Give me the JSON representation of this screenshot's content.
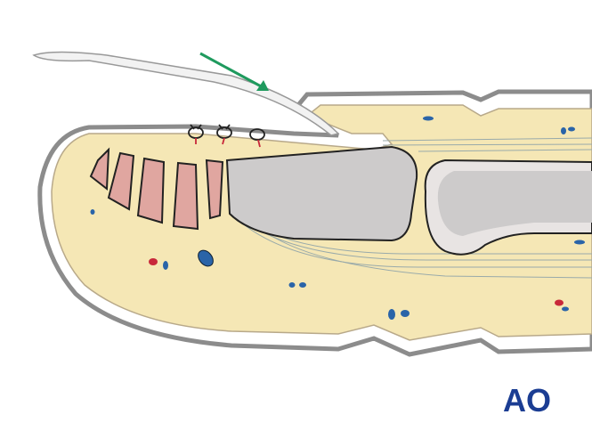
{
  "logo": {
    "text": "AO",
    "color": "#1b3d93"
  },
  "colors": {
    "skin_outline": "#8c8c8c",
    "fat": "#f5e7b5",
    "bone": "#cdcbcb",
    "bone_cortex": "#e8e4e3",
    "nail_bed": "#e0a6a0",
    "arrow": "#1f9a5e",
    "vessel_blue": "#2a64a8",
    "vessel_red": "#c8283a",
    "suture": "#222222"
  },
  "illustration": {
    "arrow_direction": "down-right",
    "sutures": 3
  }
}
